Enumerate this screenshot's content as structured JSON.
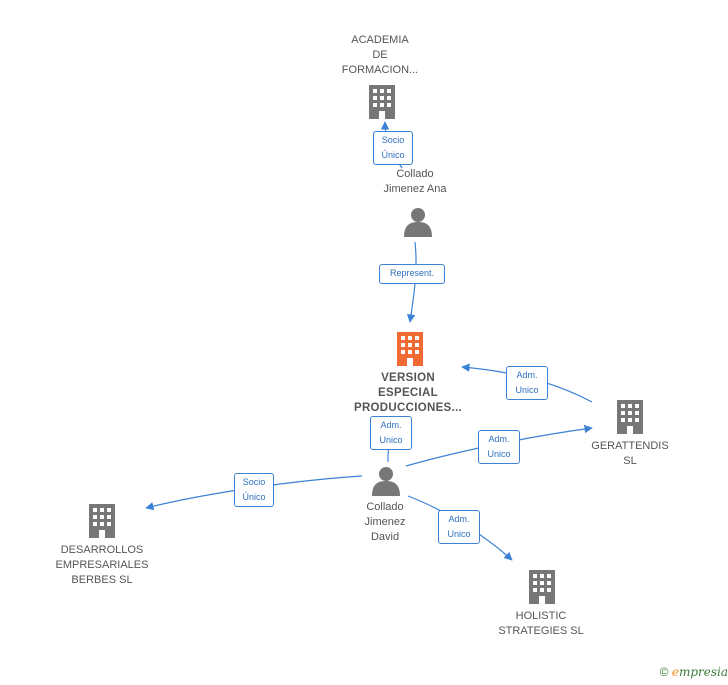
{
  "colors": {
    "node": "#777777",
    "focus_node": "#f26a33",
    "edge": "#3b82d6",
    "edge_text": "#2f6fc0",
    "label_text": "#555555"
  },
  "nodes": {
    "academia": {
      "label": "ACADEMIA\nDE\nFORMACION...",
      "icon": "building-icon"
    },
    "ana": {
      "label": "Collado\nJimenez Ana",
      "icon": "person-icon"
    },
    "version": {
      "label": "VERSION\nESPECIAL\nPRODUCCIONES...",
      "icon": "building-icon"
    },
    "gerattendis": {
      "label": "GERATTENDIS\nSL",
      "icon": "building-icon"
    },
    "david": {
      "label": "Collado\nJimenez\nDavid",
      "icon": "person-icon"
    },
    "desarrollos": {
      "label": "DESARROLLOS\nEMPRESARIALES\nBERBES SL",
      "icon": "building-icon"
    },
    "holistic": {
      "label": "HOLISTIC\nSTRATEGIES SL",
      "icon": "building-icon"
    }
  },
  "edges": {
    "ana_academia": "Socio\nÚnico",
    "ana_version": "Represent.",
    "gerattendis_version": "Adm.\nUnico",
    "david_version": "Adm.\nUnico",
    "david_gerattendis": "Adm.\nUnico",
    "david_desarrollos": "Socio\nÚnico",
    "david_holistic": "Adm.\nUnico"
  },
  "footer": {
    "copyright": "©",
    "brand_initial": "e",
    "brand_rest": "mpresia"
  }
}
